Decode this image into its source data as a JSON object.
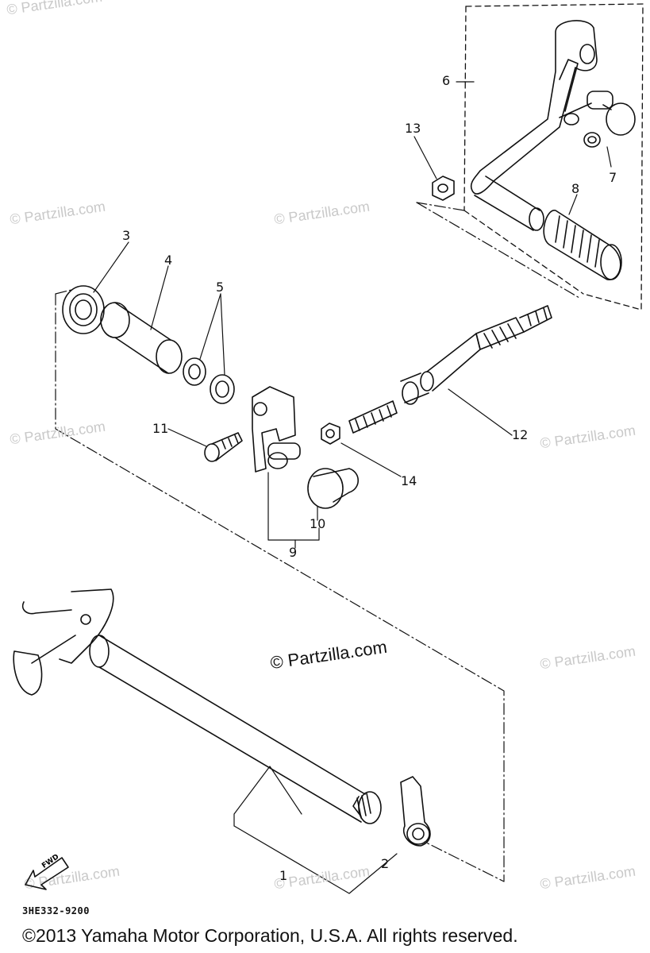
{
  "watermarks": [
    "© Partzilla.com",
    "© Partzilla.com",
    "© Partzilla.com",
    "© Partzilla.com",
    "© Partzilla.com",
    "© Partzilla.com",
    "© Partzilla.com",
    "© Partzilla.com",
    "© Partzilla.com"
  ],
  "watermark_main": "© Partzilla.com",
  "callouts": [
    "1",
    "2",
    "3",
    "4",
    "5",
    "6",
    "7",
    "8",
    "9",
    "10",
    "11",
    "12",
    "13",
    "14"
  ],
  "diagram_code": "3HE332-9200",
  "fwd_label": "FWD",
  "copyright": "©2013 Yamaha Motor Corporation, U.S.A. All rights reserved."
}
